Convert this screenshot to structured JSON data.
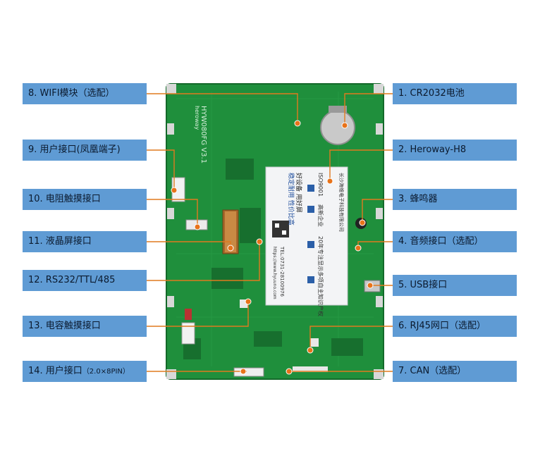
{
  "left_labels": [
    {
      "id": "8",
      "text": "8. WIFI模块（选配）"
    },
    {
      "id": "9",
      "text": "9. 用户接口(凤凰端子)"
    },
    {
      "id": "10",
      "text": "10. 电阻触摸接口"
    },
    {
      "id": "11",
      "text": "11. 液晶屏接口"
    },
    {
      "id": "12",
      "text": "12. RS232/TTL/485"
    },
    {
      "id": "13",
      "text": "13. 电容触摸接口"
    },
    {
      "id": "14",
      "text": "14. 用户接口",
      "small": "（2.0×8PIN）"
    }
  ],
  "right_labels": [
    {
      "id": "1",
      "text": "1. CR2032电池"
    },
    {
      "id": "2",
      "text": "2. Heroway-H8"
    },
    {
      "id": "3",
      "text": "3. 蜂鸣器"
    },
    {
      "id": "4",
      "text": "4. 音频接口（选配）"
    },
    {
      "id": "5",
      "text": "5. USB接口"
    },
    {
      "id": "6",
      "text": "6. RJ45网口（选配）"
    },
    {
      "id": "7",
      "text": "7. CAN（选配）"
    }
  ],
  "board": {
    "silk_model": "HYW080FG V3.1",
    "silk_brand": "heroway",
    "sticker_lines": [
      "好设备 用好屏",
      "稳定耐用 性价比高",
      "ISO9001",
      "高新企业",
      "20年专注显示",
      "多项自主知识产权"
    ],
    "sticker_company": "长沙海维电子科技有限公司",
    "sticker_tel": "TEL:0731-28100976",
    "sticker_url": "https://www.hyuuno.com"
  },
  "colors": {
    "label_bg": "#5f9bd4",
    "pcb": "#1f8f3c",
    "pcb_dark": "#176f2e",
    "leader": "#e07a1f",
    "dot": "#e8731a"
  }
}
